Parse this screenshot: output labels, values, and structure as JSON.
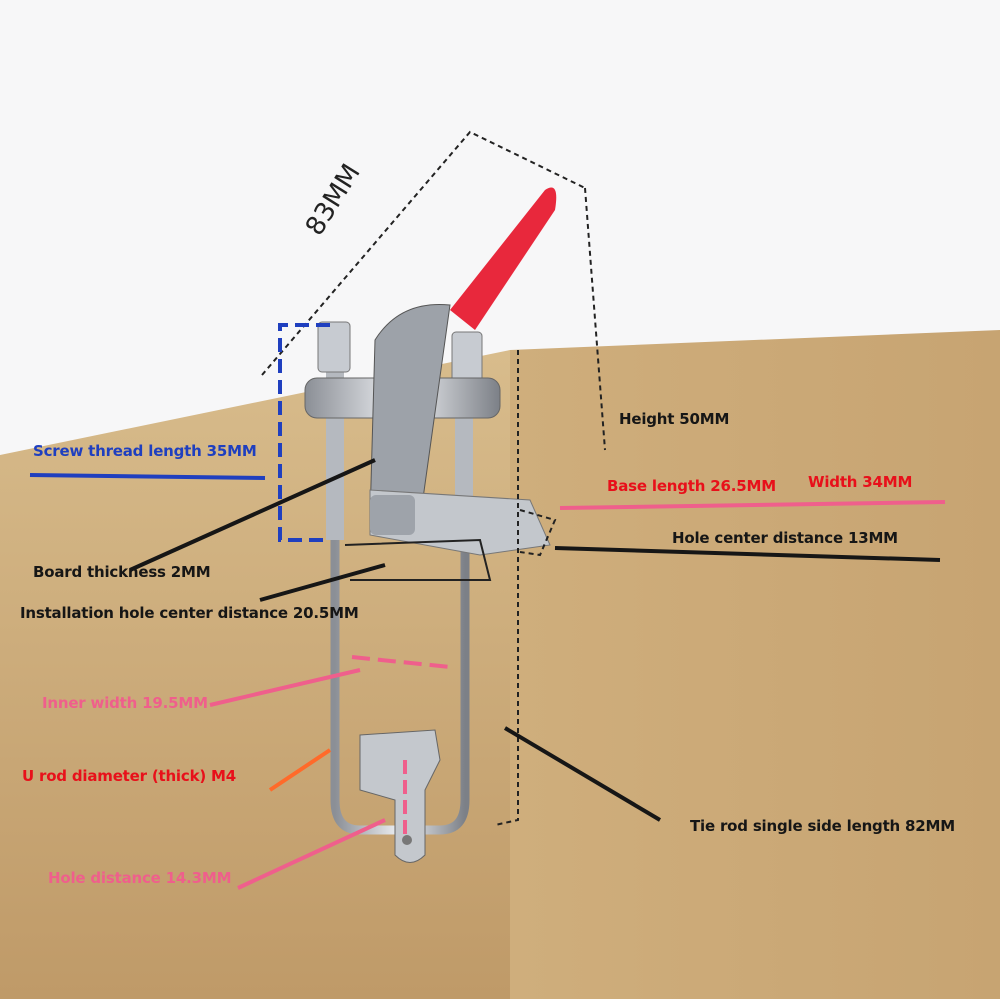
{
  "labels": {
    "overall_length": "83MM",
    "height": "Height 50MM",
    "screw_thread": "Screw thread length 35MM",
    "base_length": "Base length 26.5MM",
    "width": "Width 34MM",
    "hole_center": "Hole center distance 13MM",
    "board_thickness": "Board thickness 2MM",
    "install_hole": "Installation hole center distance 20.5MM",
    "inner_width": "Inner width 19.5MM",
    "u_rod": "U rod diameter (thick) M4",
    "tie_rod": "Tie rod single side length 82MM",
    "hole_distance": "Hole distance 14.3MM"
  },
  "colors": {
    "black": "#161616",
    "blue": "#1f3fbf",
    "red": "#e8101a",
    "pink": "#ef5f8c",
    "cardboard": "#c9a878",
    "handle": "#e8283c"
  }
}
